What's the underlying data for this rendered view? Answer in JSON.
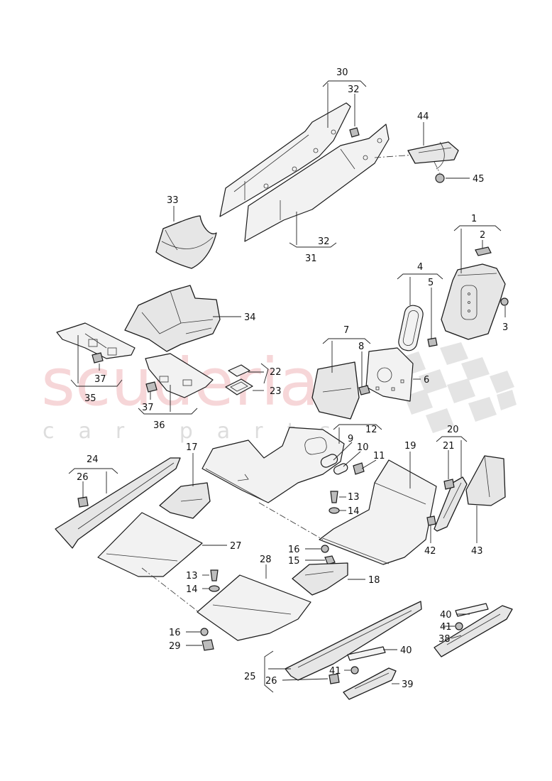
{
  "watermark": {
    "brand": "scuderia",
    "tagline": "car parts"
  },
  "callouts": {
    "c1": "1",
    "c2": "2",
    "c3": "3",
    "c4": "4",
    "c5": "5",
    "c6": "6",
    "c7": "7",
    "c8": "8",
    "c9": "9",
    "c10": "10",
    "c11": "11",
    "c12": "12",
    "c13a": "13",
    "c13b": "13",
    "c14a": "14",
    "c14b": "14",
    "c15": "15",
    "c16a": "16",
    "c16b": "16",
    "c17": "17",
    "c18": "18",
    "c19": "19",
    "c20": "20",
    "c21": "21",
    "c22": "22",
    "c23": "23",
    "c24": "24",
    "c25": "25",
    "c26a": "26",
    "c26b": "26",
    "c27": "27",
    "c28": "28",
    "c29": "29",
    "c30": "30",
    "c31": "31",
    "c32a": "32",
    "c32b": "32",
    "c33": "33",
    "c34": "34",
    "c35": "35",
    "c36": "36",
    "c37a": "37",
    "c37b": "37",
    "c38": "38",
    "c39": "39",
    "c40a": "40",
    "c40b": "40",
    "c41a": "41",
    "c41b": "41",
    "c42": "42",
    "c43": "43",
    "c44": "44",
    "c45": "45"
  }
}
